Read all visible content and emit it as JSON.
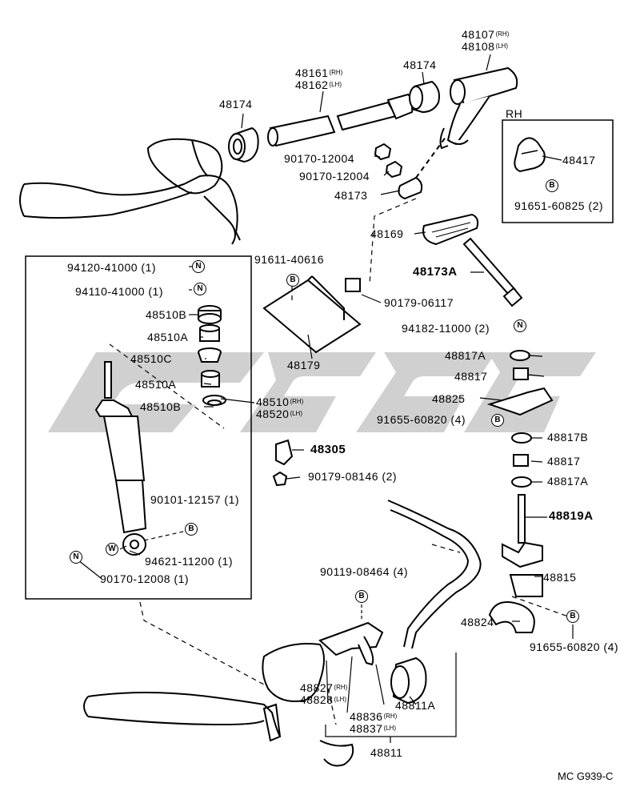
{
  "region_label": "RH",
  "code": "MC G939-C",
  "symbols": {
    "n": "N",
    "b": "B",
    "w": "W"
  },
  "parts": {
    "p48107": "48107",
    "p48108": "48108",
    "p48161": "48161",
    "p48162": "48162",
    "p48174a": "48174",
    "p48174b": "48174",
    "p90170a": "90170-12004",
    "p90170b": "90170-12004",
    "p48173": "48173",
    "p48417": "48417",
    "p91651": "91651-60825 (2)",
    "p48169": "48169",
    "p48173A": "48173A",
    "p91611": "91611-40616",
    "p90179a": "90179-06117",
    "p94120": "94120-41000 (1)",
    "p94110": "94110-41000 (1)",
    "p48510B1": "48510B",
    "p48510A1": "48510A",
    "p48510C": "48510C",
    "p48510A2": "48510A",
    "p48510B2": "48510B",
    "p48510": "48510",
    "p48520": "48520",
    "p48179": "48179",
    "p94182": "94182-11000 (2)",
    "p48817A1": "48817A",
    "p48817a": "48817",
    "p48825": "48825",
    "p91655a": "91655-60820 (4)",
    "p48305": "48305",
    "p48817B": "48817B",
    "p48817b": "48817",
    "p48817A2": "48817A",
    "p90179b": "90179-08146 (2)",
    "p90101": "90101-12157 (1)",
    "p48819A": "48819A",
    "p94621": "94621-11200 (1)",
    "p90170c": "90170-12008 (1)",
    "p90119": "90119-08464 (4)",
    "p48815": "48815",
    "p48824": "48824",
    "p91655b": "91655-60820 (4)",
    "p48827": "48827",
    "p48828": "48828",
    "p48836": "48836",
    "p48837": "48837",
    "p48811A": "48811A",
    "p48811": "48811"
  },
  "side": {
    "rh": "(RH)",
    "lh": "(LH)"
  }
}
